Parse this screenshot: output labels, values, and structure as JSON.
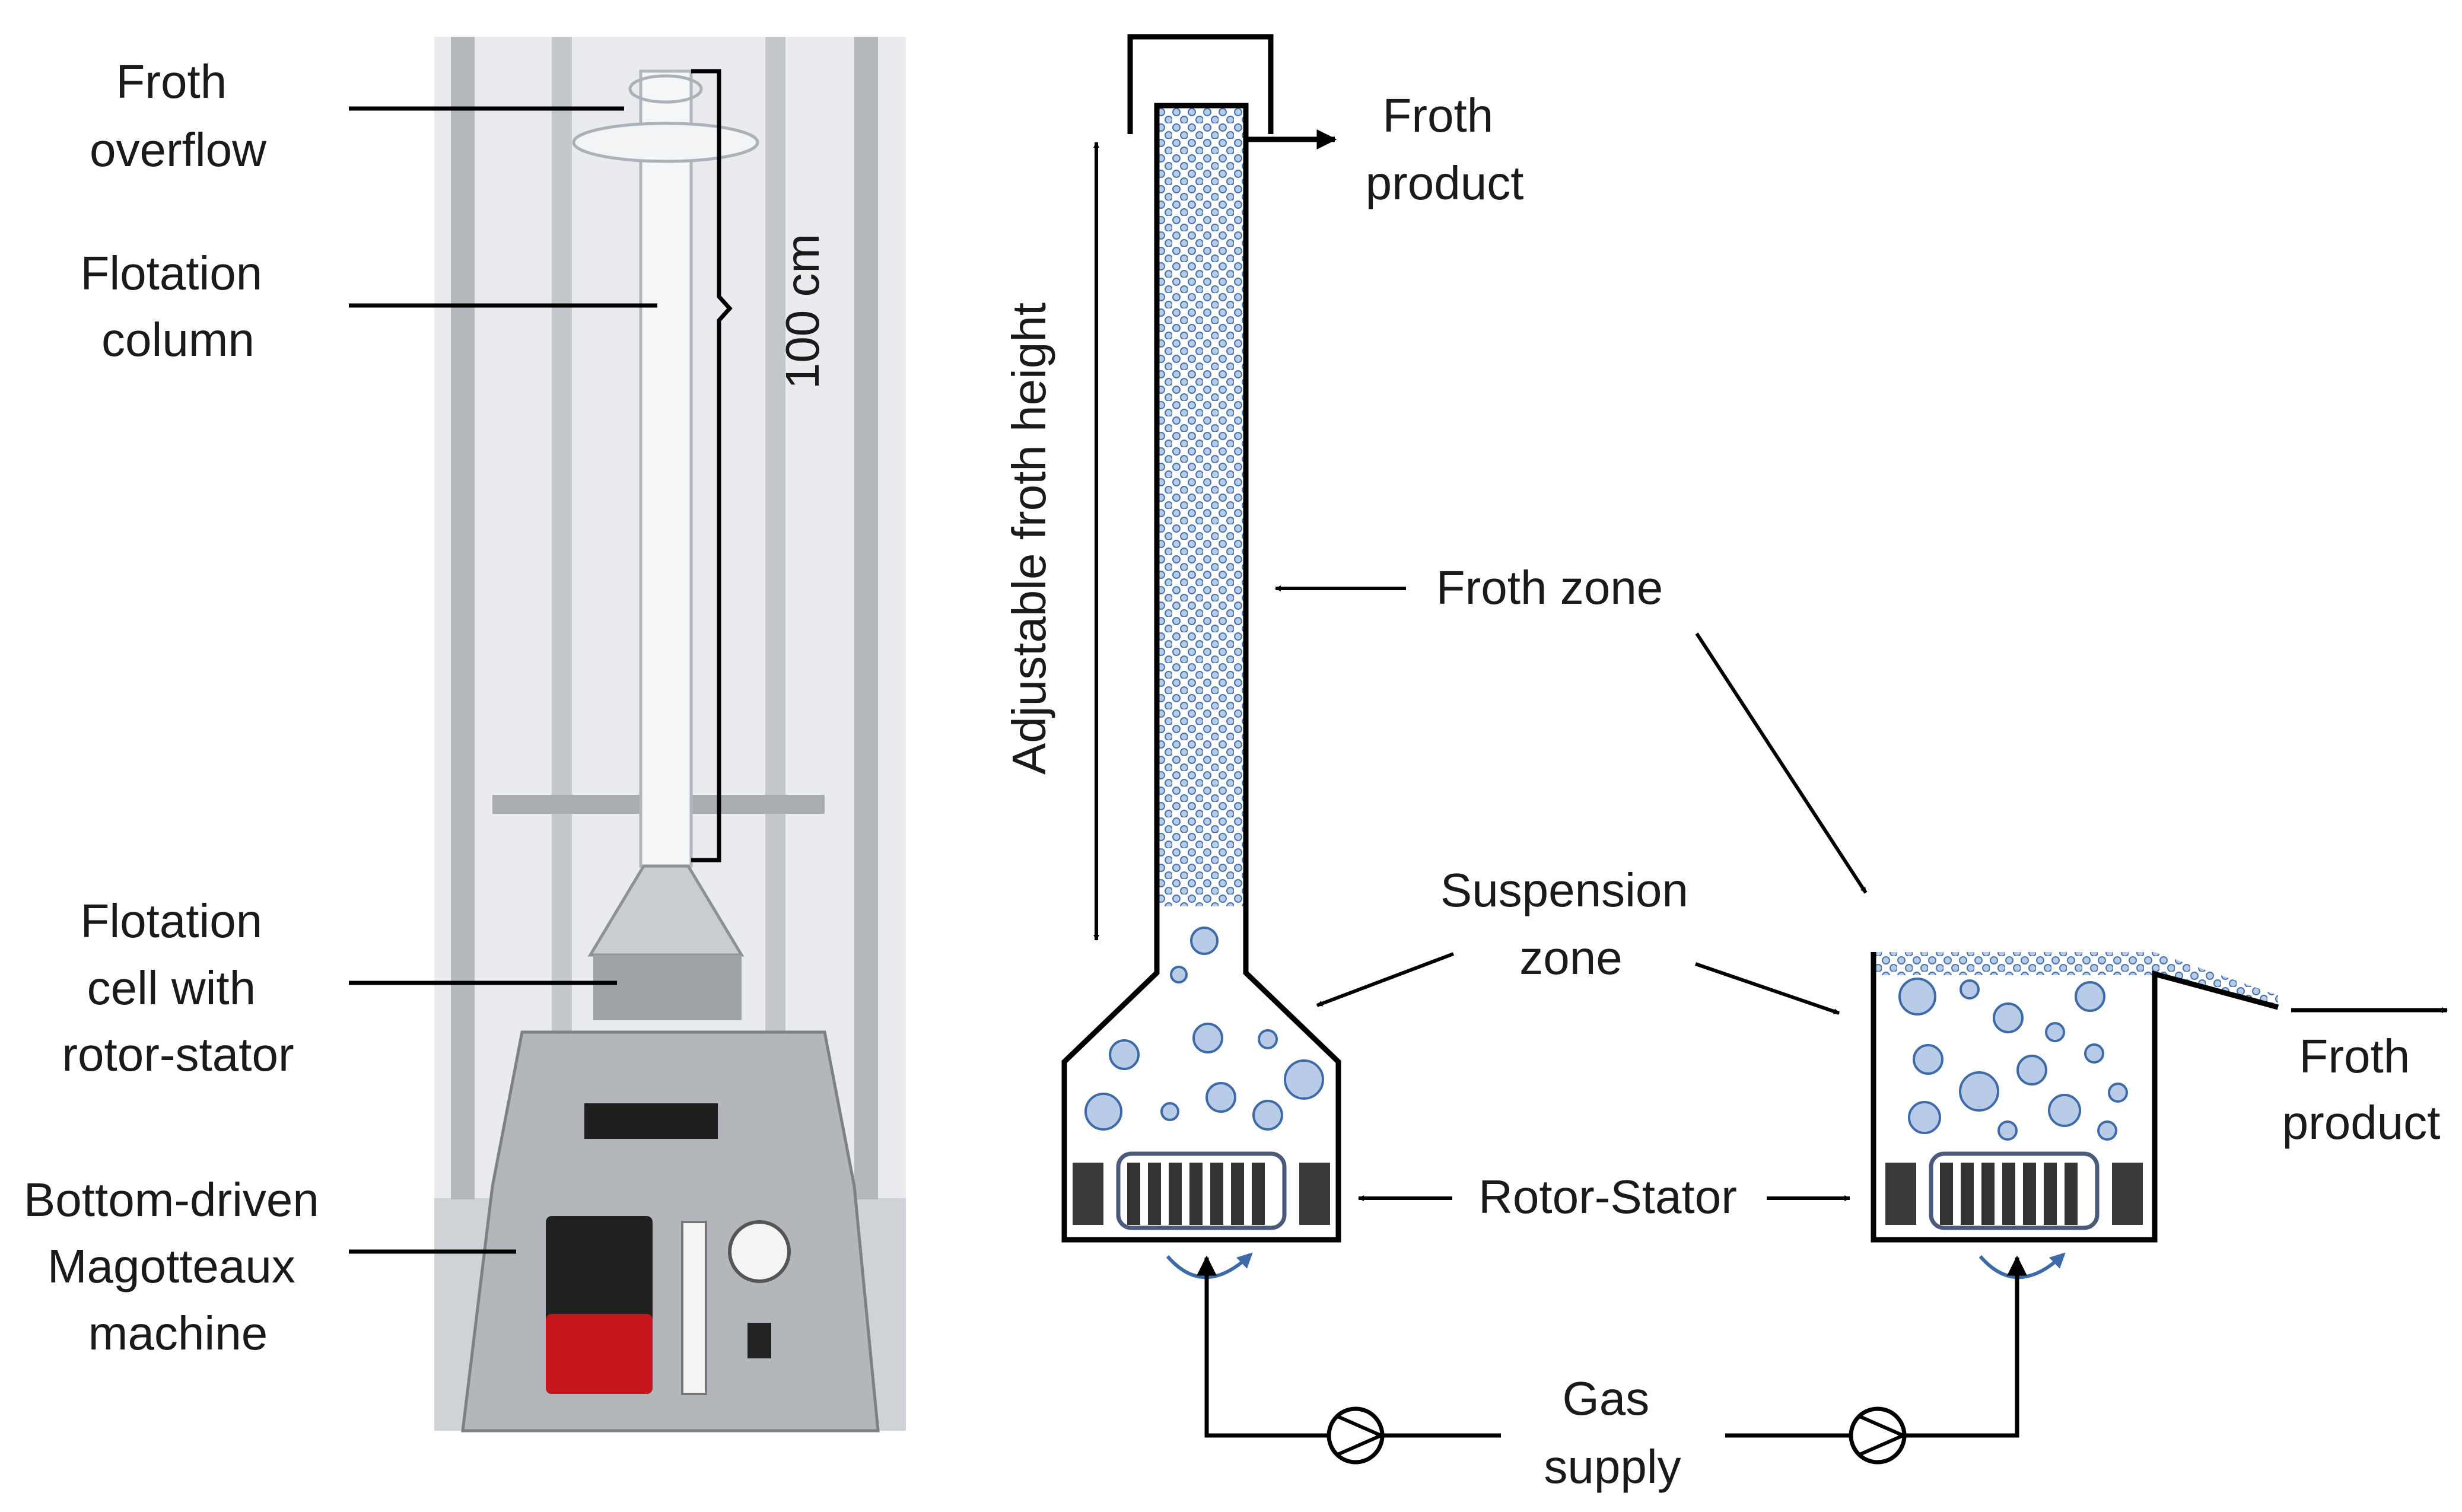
{
  "photo": {
    "labels": {
      "froth_overflow": [
        "Froth",
        "overflow"
      ],
      "flotation_column": [
        "Flotation",
        "column"
      ],
      "flotation_cell": [
        "Flotation",
        "cell with",
        "rotor-stator"
      ],
      "machine": [
        "Bottom-driven",
        "Magotteaux",
        "machine"
      ]
    },
    "height_label": "100 cm"
  },
  "schematic": {
    "froth_product_top": [
      "Froth",
      "product"
    ],
    "froth_product_right": [
      "Froth",
      "product"
    ],
    "adjustable_height": "Adjustable froth height",
    "froth_zone": "Froth zone",
    "suspension_zone": [
      "Suspension",
      "zone"
    ],
    "rotor_stator": "Rotor-Stator",
    "gas_supply": [
      "Gas",
      "supply"
    ]
  },
  "colors": {
    "bubble_fill": "#b8cce8",
    "bubble_stroke": "#3f6aa8",
    "outline": "#000000",
    "block_fill": "#3a3a3a"
  },
  "icons": [
    "pump-icon",
    "rotation-arrow-icon"
  ]
}
